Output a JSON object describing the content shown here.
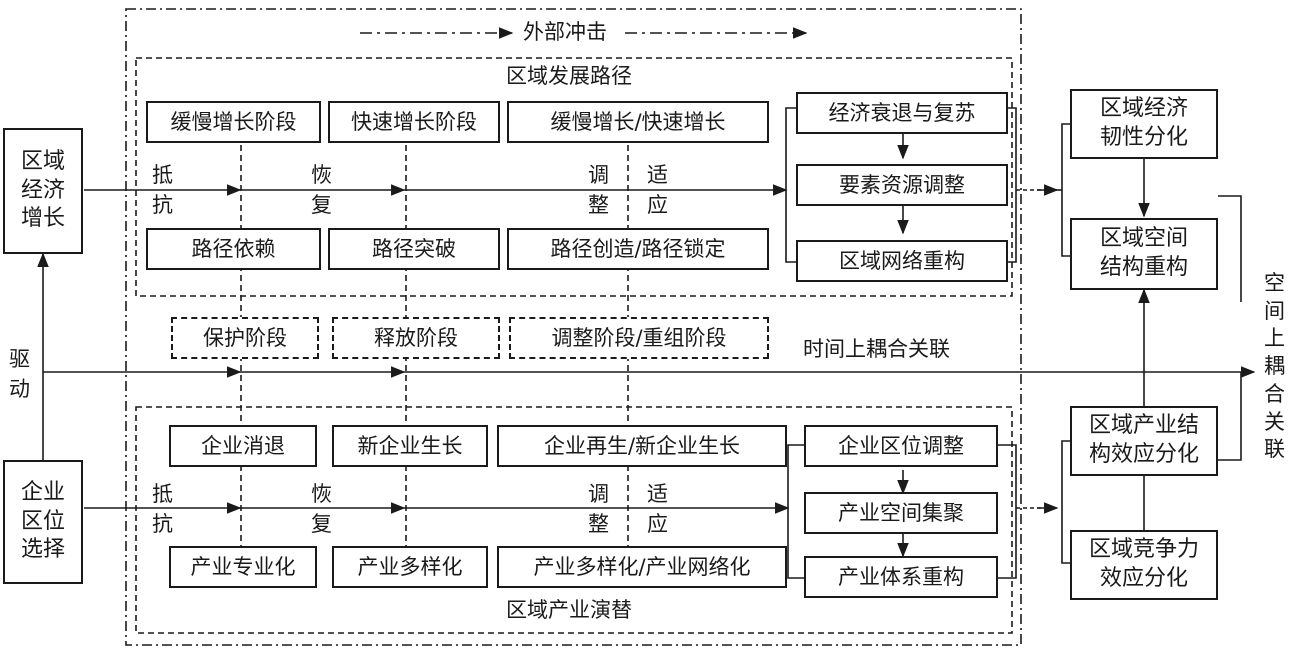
{
  "external_shock": "外部冲击",
  "regional_path": {
    "title": "区域发展路径",
    "stages": [
      "缓慢增长阶段",
      "快速增长阶段",
      "缓慢增长/快速增长"
    ],
    "paths": [
      "路径依赖",
      "路径突破",
      "路径创造/路径锁定"
    ],
    "mechanism": [
      "经济衰退与复苏",
      "要素资源调整",
      "区域网络重构"
    ]
  },
  "industry_evolution": {
    "title": "区域产业演替",
    "stages": [
      "企业消退",
      "新企业生长",
      "企业再生/新企业生长"
    ],
    "types": [
      "产业专业化",
      "产业多样化",
      "产业多样化/产业网络化"
    ],
    "mechanism": [
      "企业区位调整",
      "产业空间集聚",
      "产业体系重构"
    ]
  },
  "cycle_phases": [
    "保护阶段",
    "释放阶段",
    "调整阶段/重组阶段"
  ],
  "axis_labels": {
    "resist": "抵\n抗",
    "recover": "恢\n复",
    "adjust": "调\n整",
    "adapt": "适\n应"
  },
  "left": {
    "economic_growth": "区域\n经济\n增长",
    "drive": "驱\n动",
    "location_choice": "企业\n区位\n选择"
  },
  "temporal_coupling": "时间上耦合关联",
  "right": {
    "resilience": "区域经济\n韧性分化",
    "spatial": "区域空间\n结构重构",
    "industry_effect": "区域产业结\n构效应分化",
    "competitive": "区域竞争力\n效应分化",
    "spatial_coupling": "空\n间\n上\n耦\n合\n关\n联"
  }
}
